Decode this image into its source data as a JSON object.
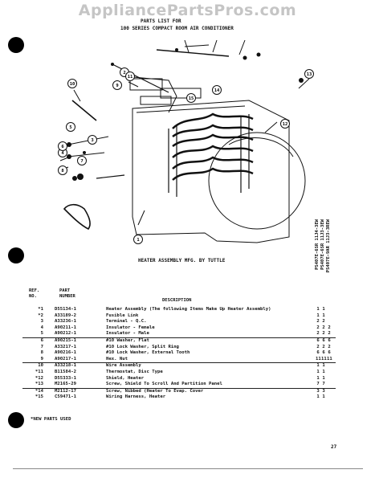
{
  "watermark": "AppliancePartsPros.com",
  "header": {
    "line1": "PARTS LIST FOR",
    "line2": "100 SERIES COMPACT ROOM AIR CONDITIONER"
  },
  "diagram": {
    "caption": "HEATER ASSEMBLY MFG. BY TUTTLE",
    "callouts": [
      "1",
      "2",
      "3",
      "4",
      "5",
      "6",
      "7",
      "8",
      "9",
      "10",
      "11",
      "12",
      "13",
      "14",
      "15"
    ]
  },
  "model_columns": [
    "PS407E-6SR 11J4-3EW",
    "PS407E-6SR 11J3-3EW",
    "PS407E-9AR 11J3-3REW"
  ],
  "table": {
    "col_ref": "REF.",
    "col_ref2": "NO.",
    "col_part": "PART",
    "col_part2": "NUMBER",
    "col_desc": "DESCRIPTION",
    "rows": [
      {
        "ref": "*1",
        "part": "D55134-1",
        "desc": "Heater Assembly (The following Items Make Up Heater Assembly)",
        "q": [
          "1",
          "1",
          ""
        ]
      },
      {
        "ref": "*2",
        "part": "A33189-2",
        "desc": "Fusible Link",
        "q": [
          "1",
          "1",
          ""
        ]
      },
      {
        "ref": "3",
        "part": "A33236-1",
        "desc": "Terminal - Q.C.",
        "q": [
          "2",
          "2",
          ""
        ]
      },
      {
        "ref": "4",
        "part": "A90211-1",
        "desc": "Insulator - Female",
        "q": [
          "2",
          "2",
          "2"
        ]
      },
      {
        "ref": "5",
        "part": "A90212-1",
        "desc": "Insulator - Male",
        "q": [
          "2",
          "2",
          "2"
        ]
      },
      {
        "ref": "6",
        "part": "A90215-1",
        "desc": "#10 Washer, Flat",
        "q": [
          "6",
          "6",
          "6"
        ]
      },
      {
        "ref": "7",
        "part": "A33217-1",
        "desc": "#10 Lock Washer, Split Ring",
        "q": [
          "2",
          "2",
          "2"
        ]
      },
      {
        "ref": "8",
        "part": "A90216-1",
        "desc": "#10 Lock Washer, External Tooth",
        "q": [
          "6",
          "6",
          "6"
        ]
      },
      {
        "ref": "9",
        "part": "A90217-1",
        "desc": "Hex. Nut",
        "q": [
          "11",
          "11",
          "11"
        ]
      },
      {
        "ref": "10",
        "part": "A33218-1",
        "desc": "Wire Assembly",
        "q": [
          "1",
          "1",
          ""
        ]
      },
      {
        "ref": "*11",
        "part": "B11584-2",
        "desc": "Thermostat, Disc Type",
        "q": [
          "1",
          "1",
          ""
        ]
      },
      {
        "ref": "*12",
        "part": "D55333-1",
        "desc": "Shield, Heater",
        "q": [
          "1",
          "1",
          ""
        ]
      },
      {
        "ref": "*13",
        "part": "M2165-29",
        "desc": "Screw, Shield To Scroll And Partition Panel",
        "q": [
          "7",
          "7",
          ""
        ]
      },
      {
        "ref": "*14",
        "part": "M2112-17",
        "desc": "Screw, Nibbed (Heater To Evap. Cover",
        "q": [
          "3",
          "3",
          ""
        ]
      },
      {
        "ref": "*15",
        "part": "C59471-1",
        "desc": "Wiring Harness, Heater",
        "q": [
          "1",
          "1",
          ""
        ]
      }
    ]
  },
  "footnote": "*NEW PARTS USED",
  "page_number": "27"
}
